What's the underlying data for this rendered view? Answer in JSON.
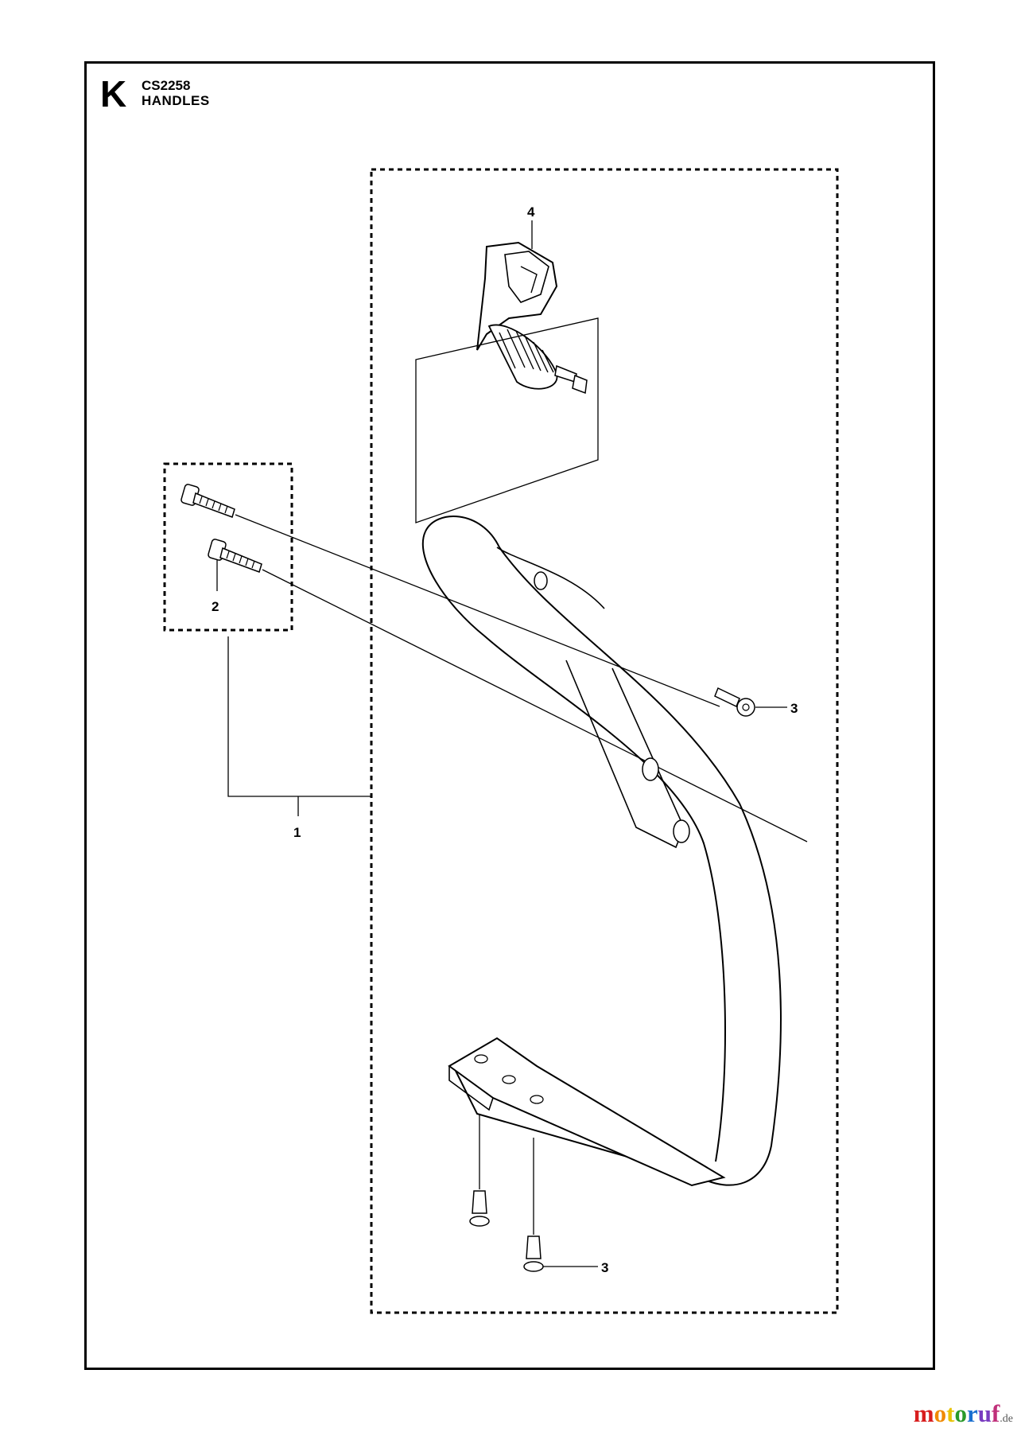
{
  "header": {
    "section_letter": "K",
    "model_code": "CS2258",
    "title": "HANDLES"
  },
  "callouts": [
    {
      "id": "callout-1",
      "label": "1"
    },
    {
      "id": "callout-2",
      "label": "2"
    },
    {
      "id": "callout-3a",
      "label": "3"
    },
    {
      "id": "callout-3b",
      "label": "3"
    },
    {
      "id": "callout-4",
      "label": "4"
    }
  ],
  "watermark": {
    "letters": [
      "m",
      "o",
      "t",
      "o",
      "r",
      "u",
      "f"
    ],
    "letter_colors": [
      "#d81e1e",
      "#f08a00",
      "#e8c200",
      "#2a9a2a",
      "#1a6fd0",
      "#7a3cc0",
      "#c0307a"
    ],
    "tld": ".de"
  },
  "colors": {
    "line": "#000000",
    "background": "#ffffff"
  }
}
